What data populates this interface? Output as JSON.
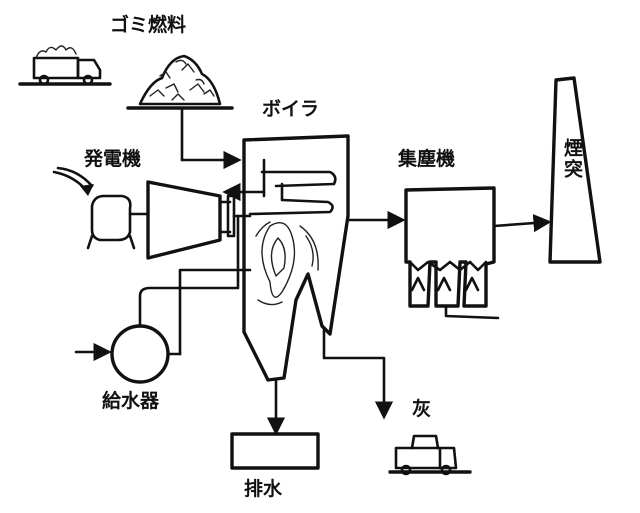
{
  "labels": {
    "garbage_fuel": "ゴミ燃料",
    "boiler": "ボイラ",
    "generator": "発電機",
    "dust_collector": "集塵機",
    "chimney": "煙突",
    "feedwater_pump": "給水器",
    "ash": "灰",
    "drain": "排水"
  }
}
